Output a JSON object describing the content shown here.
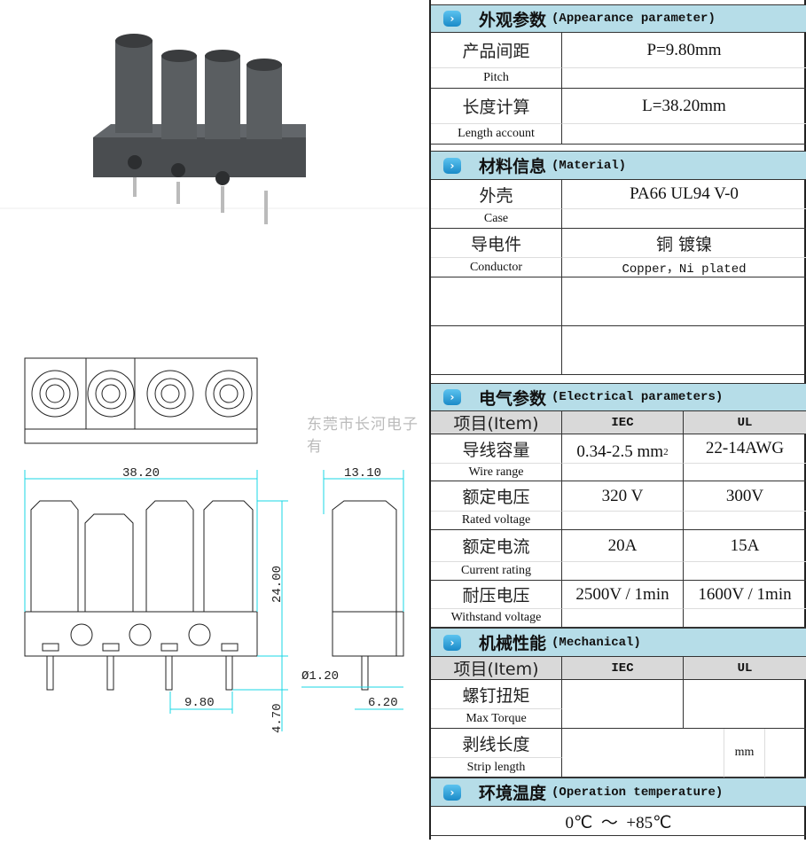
{
  "watermark": "东莞市长河电子有",
  "drawing": {
    "width_dim": "38.20",
    "depth_dim": "13.10",
    "height_dim": "24.00",
    "pin_len_dim": "4.70",
    "pitch_dim": "9.80",
    "pin_dia_dim": "Ø1.20",
    "side_pin_dim": "6.20"
  },
  "appearance": {
    "header_cn": "外观参数",
    "header_en": "(Appearance parameter)",
    "rows": [
      {
        "cn": "产品间距",
        "en": "Pitch",
        "value": "P=9.80mm"
      },
      {
        "cn": "长度计算",
        "en": "Length account",
        "value": "L=38.20mm"
      }
    ]
  },
  "material": {
    "header_cn": "材料信息",
    "header_en": "(Material)",
    "rows": [
      {
        "cn": "外壳",
        "en": "Case",
        "value": "PA66 UL94 V-0",
        "value_en": ""
      },
      {
        "cn": "导电件",
        "en": "Conductor",
        "value": "铜  镀镍",
        "value_en": "Copper，Ni plated"
      }
    ]
  },
  "electrical": {
    "header_cn": "电气参数",
    "header_en": "(Electrical parameters)",
    "item": "项目(Item)",
    "iec": "IEC",
    "ul": "UL",
    "rows": [
      {
        "cn": "导线容量",
        "en": "Wire range",
        "iec": "0.34-2.5 mm",
        "iec_sup": "2",
        "ul": "22-14AWG"
      },
      {
        "cn": "额定电压",
        "en": "Rated voltage",
        "iec": "320 V",
        "ul": "300V"
      },
      {
        "cn": "额定电流",
        "en": "Current rating",
        "iec": "20A",
        "ul": "15A"
      },
      {
        "cn": "耐压电压",
        "en": "Withstand voltage",
        "iec": "2500V / 1min",
        "ul": "1600V / 1min"
      }
    ]
  },
  "mechanical": {
    "header_cn": "机械性能",
    "header_en": "(Mechanical)",
    "item": "项目(Item)",
    "iec": "IEC",
    "ul": "UL",
    "rows": [
      {
        "cn": "螺钉扭矩",
        "en": "Max Torque"
      },
      {
        "cn": "剥线长度",
        "en": "Strip length",
        "unit": "mm"
      }
    ]
  },
  "temperature": {
    "header_cn": "环境温度",
    "header_en": "(Operation temperature)",
    "value": "0℃  ～  +85℃"
  }
}
